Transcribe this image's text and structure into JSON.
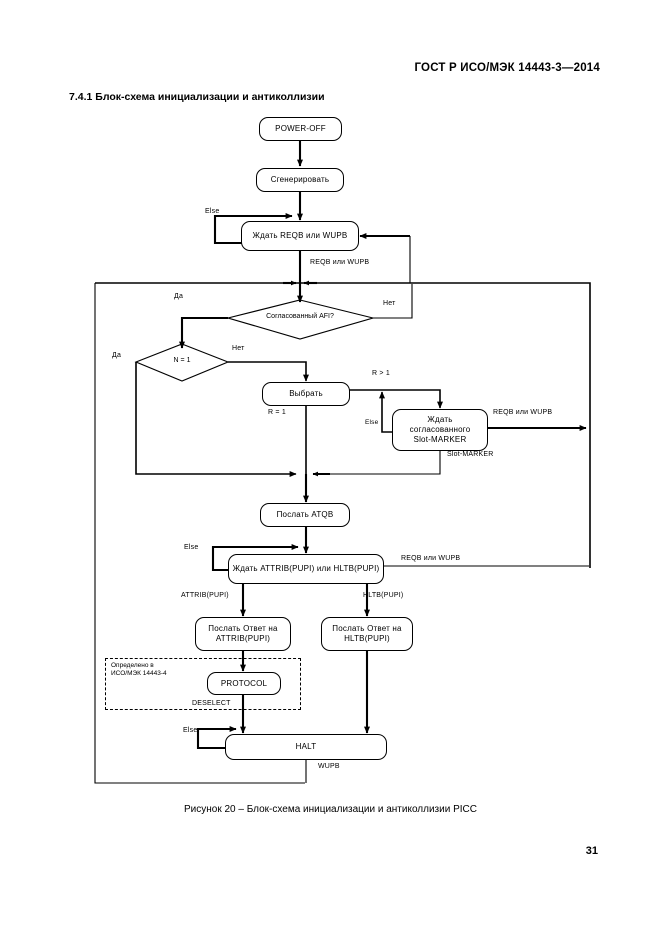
{
  "document": {
    "header": "ГОСТ Р ИСО/МЭК 14443-3—2014",
    "section_title": "7.4.1  Блок-схема инициализации и антиколлизии",
    "caption": "Рисунок 20 – Блок-схема инициализации и антиколлизии PICC",
    "page_number": "31"
  },
  "diagram": {
    "type": "flowchart",
    "nodes": [
      {
        "id": "power_off",
        "label": "POWER-OFF"
      },
      {
        "id": "generate",
        "label": "Сгенерировать"
      },
      {
        "id": "wait_reqb_wupb",
        "label": "Ждать REQB или WUPB"
      },
      {
        "id": "matched_afi",
        "label": "Согласованный AFI?",
        "shape": "decision"
      },
      {
        "id": "n_equals_1",
        "label": "N = 1",
        "shape": "decision"
      },
      {
        "id": "select",
        "label": "Выбрать"
      },
      {
        "id": "wait_slot_marker_1",
        "label": "Ждать  согласованного"
      },
      {
        "id": "wait_slot_marker_2",
        "label": "Slot-MARKER"
      },
      {
        "id": "send_atqb",
        "label": "Послать ATQB"
      },
      {
        "id": "wait_attrib_hltb",
        "label": "Ждать ATTRIB(PUPI) или HLTB(PUPI)"
      },
      {
        "id": "reply_attrib_1",
        "label": "Послать Ответ на"
      },
      {
        "id": "reply_attrib_2",
        "label": "ATTRIB(PUPI)"
      },
      {
        "id": "reply_hltb_1",
        "label": "Послать Ответ на"
      },
      {
        "id": "reply_hltb_2",
        "label": "HLTB(PUPI)"
      },
      {
        "id": "protocol",
        "label": "PROTOCOL"
      },
      {
        "id": "halt",
        "label": "HALT"
      }
    ],
    "edge_labels": {
      "else_top": "Else",
      "reqb_wupb_main": "REQB или WUPB",
      "yes_afi": "Да",
      "no_afi": "Нет",
      "yes_n1": "Да",
      "no_n1": "Нет",
      "r_gt_1": "R > 1",
      "r_eq_1": "R = 1",
      "else_slot": "Else",
      "slot_marker": "Slot-MARKER",
      "reqb_wupb_slot": "REQB или WUPB",
      "else_atqb": "Else",
      "reqb_wupb_attrib": "REQB или WUPB",
      "attrib_pupi": "ATTRIB(PUPI)",
      "hltb_pupi": "HLTB(PUPI)",
      "deselect": "DESELECT",
      "else_halt": "Else",
      "wupb": "WUPB"
    },
    "dashed_region": {
      "label_line1": "Определено в",
      "label_line2": "ИСО/МЭК 14443-4"
    }
  }
}
